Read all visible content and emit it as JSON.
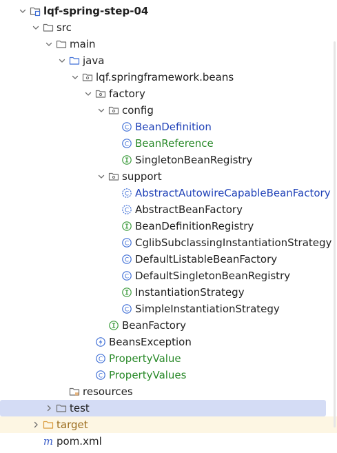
{
  "tree": [
    {
      "label": "lqf-spring-step-04",
      "depth": 0,
      "chevron": "down",
      "icon": "module-folder-icon",
      "style": "bold",
      "state": ""
    },
    {
      "label": "src",
      "depth": 1,
      "chevron": "down",
      "icon": "folder-icon",
      "style": "dark",
      "state": ""
    },
    {
      "label": "main",
      "depth": 2,
      "chevron": "down",
      "icon": "folder-icon",
      "style": "dark",
      "state": ""
    },
    {
      "label": "java",
      "depth": 3,
      "chevron": "down",
      "icon": "source-folder-icon",
      "style": "dark",
      "state": ""
    },
    {
      "label": "lqf.springframework.beans",
      "depth": 4,
      "chevron": "down",
      "icon": "package-icon",
      "style": "dark",
      "state": ""
    },
    {
      "label": "factory",
      "depth": 5,
      "chevron": "down",
      "icon": "package-icon",
      "style": "dark",
      "state": ""
    },
    {
      "label": "config",
      "depth": 6,
      "chevron": "down",
      "icon": "package-icon",
      "style": "dark",
      "state": ""
    },
    {
      "label": "BeanDefinition",
      "depth": 7,
      "chevron": "none",
      "icon": "class-icon",
      "style": "blue",
      "state": ""
    },
    {
      "label": "BeanReference",
      "depth": 7,
      "chevron": "none",
      "icon": "class-icon",
      "style": "green",
      "state": ""
    },
    {
      "label": "SingletonBeanRegistry",
      "depth": 7,
      "chevron": "none",
      "icon": "interface-icon",
      "style": "dark",
      "state": ""
    },
    {
      "label": "support",
      "depth": 6,
      "chevron": "down",
      "icon": "package-icon",
      "style": "dark",
      "state": ""
    },
    {
      "label": "AbstractAutowireCapableBeanFactory",
      "depth": 7,
      "chevron": "none",
      "icon": "abstract-class-icon",
      "style": "blue",
      "state": ""
    },
    {
      "label": "AbstractBeanFactory",
      "depth": 7,
      "chevron": "none",
      "icon": "abstract-class-icon",
      "style": "dark",
      "state": ""
    },
    {
      "label": "BeanDefinitionRegistry",
      "depth": 7,
      "chevron": "none",
      "icon": "interface-icon",
      "style": "dark",
      "state": ""
    },
    {
      "label": "CglibSubclassingInstantiationStrategy",
      "depth": 7,
      "chevron": "none",
      "icon": "class-icon",
      "style": "dark",
      "state": ""
    },
    {
      "label": "DefaultListableBeanFactory",
      "depth": 7,
      "chevron": "none",
      "icon": "class-icon",
      "style": "dark",
      "state": ""
    },
    {
      "label": "DefaultSingletonBeanRegistry",
      "depth": 7,
      "chevron": "none",
      "icon": "class-icon",
      "style": "dark",
      "state": ""
    },
    {
      "label": "InstantiationStrategy",
      "depth": 7,
      "chevron": "none",
      "icon": "interface-icon",
      "style": "dark",
      "state": ""
    },
    {
      "label": "SimpleInstantiationStrategy",
      "depth": 7,
      "chevron": "none",
      "icon": "class-icon",
      "style": "dark",
      "state": ""
    },
    {
      "label": "BeanFactory",
      "depth": 6,
      "chevron": "none",
      "icon": "interface-icon",
      "style": "dark",
      "state": ""
    },
    {
      "label": "BeansException",
      "depth": 5,
      "chevron": "none",
      "icon": "exception-class-icon",
      "style": "dark",
      "state": ""
    },
    {
      "label": "PropertyValue",
      "depth": 5,
      "chevron": "none",
      "icon": "class-icon",
      "style": "green",
      "state": ""
    },
    {
      "label": "PropertyValues",
      "depth": 5,
      "chevron": "none",
      "icon": "class-icon",
      "style": "green",
      "state": ""
    },
    {
      "label": "resources",
      "depth": 3,
      "chevron": "none",
      "icon": "resources-folder-icon",
      "style": "dark",
      "state": ""
    },
    {
      "label": "test",
      "depth": 2,
      "chevron": "right",
      "icon": "folder-icon",
      "style": "dark",
      "state": "selected"
    },
    {
      "label": "target",
      "depth": 1,
      "chevron": "right",
      "icon": "excluded-folder-icon",
      "style": "orange",
      "state": "excluded"
    },
    {
      "label": "pom.xml",
      "depth": 1,
      "chevron": "none",
      "icon": "maven-icon",
      "style": "dark",
      "state": ""
    }
  ],
  "colors": {
    "blue_text": "#2042b8",
    "green_text": "#2a8a2a",
    "orange_text": "#9a6a1a",
    "selection_bg": "#d4dcf5",
    "excluded_bg": "#fdf6e3",
    "class_icon": "#3f6fd6",
    "interface_icon": "#3a9a3a",
    "excluded_folder": "#d99a3a",
    "maven_icon": "#3c5fc9"
  }
}
